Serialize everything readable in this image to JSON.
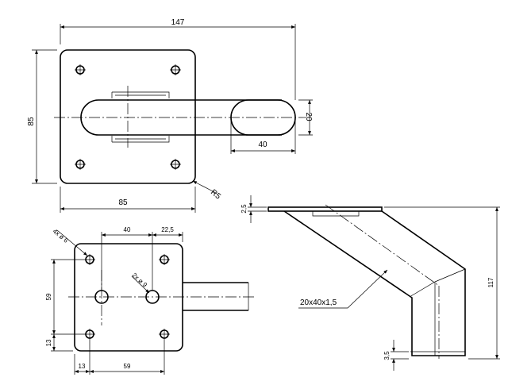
{
  "top_view": {
    "overall_length": "147",
    "plate_height": "85",
    "plate_width": "85",
    "slot_width": "20",
    "slot_length": "40",
    "corner_radius": "R5"
  },
  "side_view": {
    "plate_thickness": "2,5",
    "profile_label": "20x40x1,5",
    "height": "117",
    "foot_thickness": "3,5"
  },
  "front_view": {
    "small_holes": "4x ø 6",
    "large_holes": "2x ø 9",
    "dim_40": "40",
    "dim_22_5": "22,5",
    "dim_59_v": "59",
    "dim_13_v": "13",
    "dim_13_h": "13",
    "dim_59_h": "59"
  }
}
